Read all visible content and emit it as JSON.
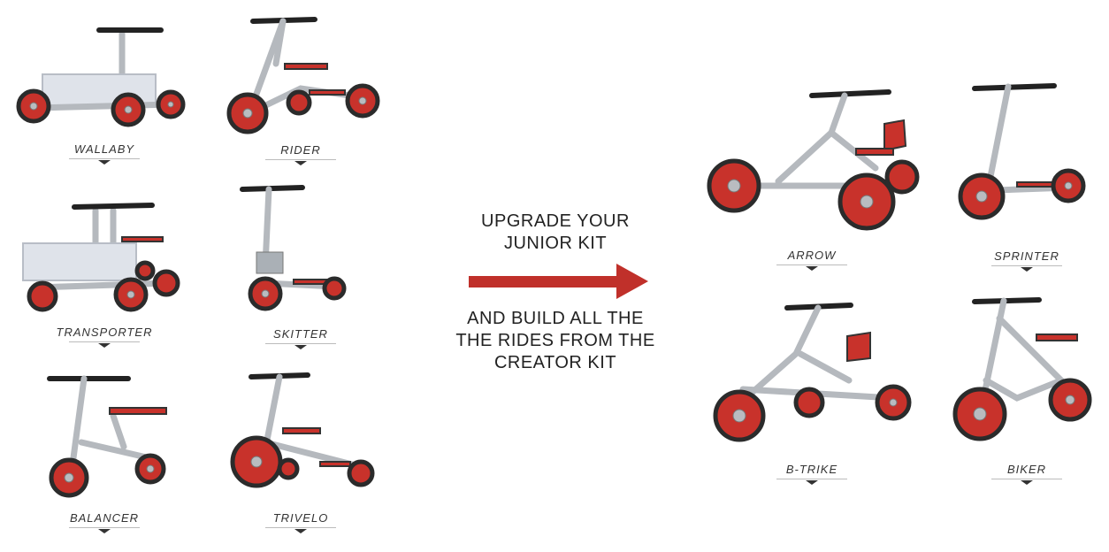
{
  "junior_kit_rides": [
    {
      "name": "WALLABY"
    },
    {
      "name": "RIDER"
    },
    {
      "name": "TRANSPORTER"
    },
    {
      "name": "SKITTER"
    },
    {
      "name": "BALANCER"
    },
    {
      "name": "TRIVELO"
    }
  ],
  "creator_kit_rides": [
    {
      "name": "ARROW"
    },
    {
      "name": "SPRINTER"
    },
    {
      "name": "B-TRIKE"
    },
    {
      "name": "BIKER"
    }
  ],
  "message": {
    "top_line1": "UPGRADE YOUR",
    "top_line2": "JUNIOR KIT",
    "bottom_line1": "AND BUILD ALL THE",
    "bottom_line2": "THE RIDES FROM THE",
    "bottom_line3": "CREATOR KIT"
  },
  "colors": {
    "accent_red": "#c8322b",
    "text": "#222222"
  }
}
